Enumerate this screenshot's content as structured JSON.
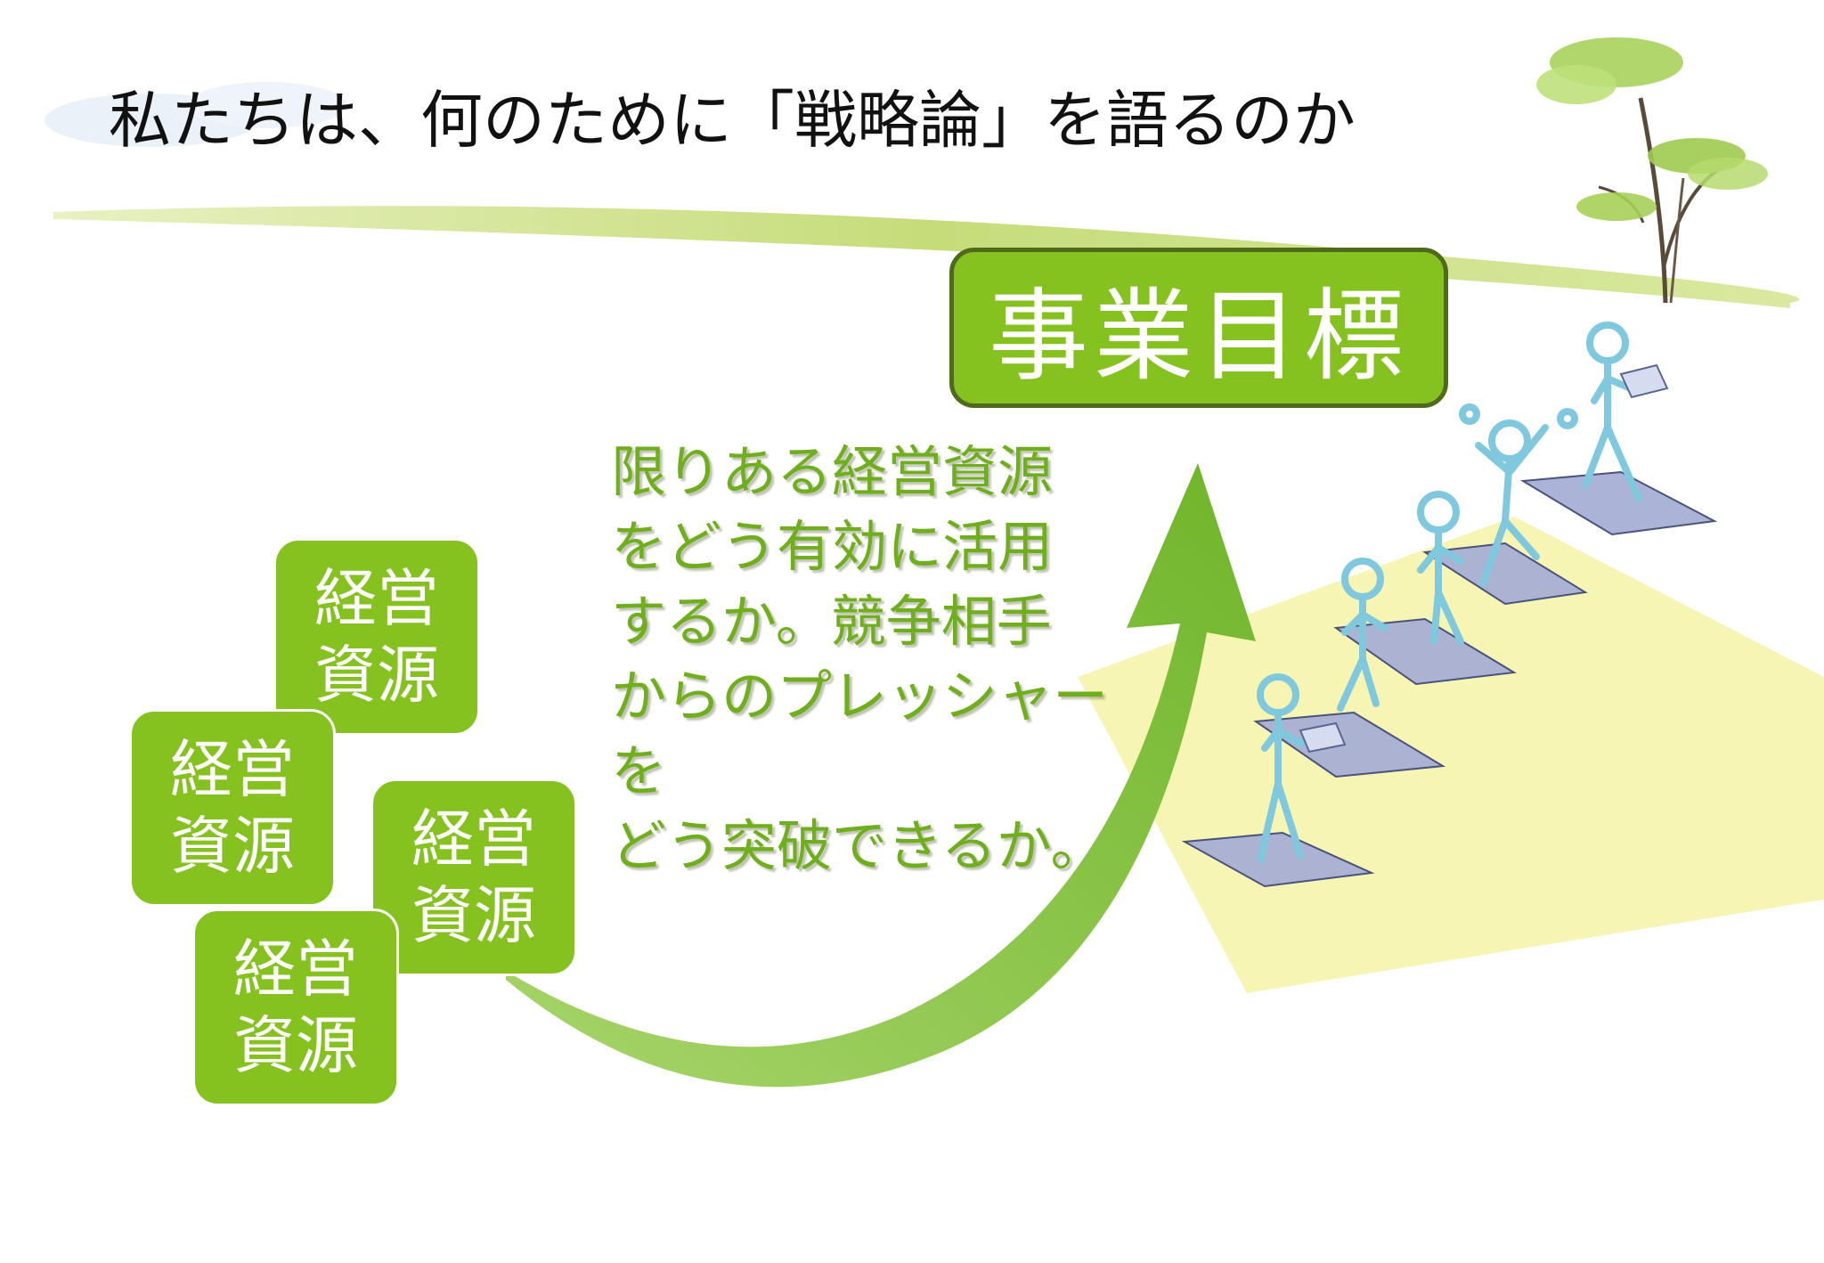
{
  "title": "私たちは、何のために「戦略論」を語るのか",
  "goal": "事業目標",
  "resources": [
    {
      "line1": "経営",
      "line2": "資源"
    },
    {
      "line1": "経営",
      "line2": "資源"
    },
    {
      "line1": "経営",
      "line2": "資源"
    },
    {
      "line1": "経営",
      "line2": "資源"
    }
  ],
  "description_lines": [
    "限りある経営資源",
    "をどう有効に活用",
    "するか。競争相手",
    "からのプレッシャー",
    "を",
    "どう突破できるか。"
  ],
  "colors": {
    "box_green": "#86c21f",
    "box_border": "#4f6a1b",
    "arrow_green": "#7ebf2b",
    "text_green": "#6fae1c",
    "yellow_area": "#f6f3a6",
    "figure_blue": "#7fc8dd",
    "step_blue": "#a7afd4"
  }
}
